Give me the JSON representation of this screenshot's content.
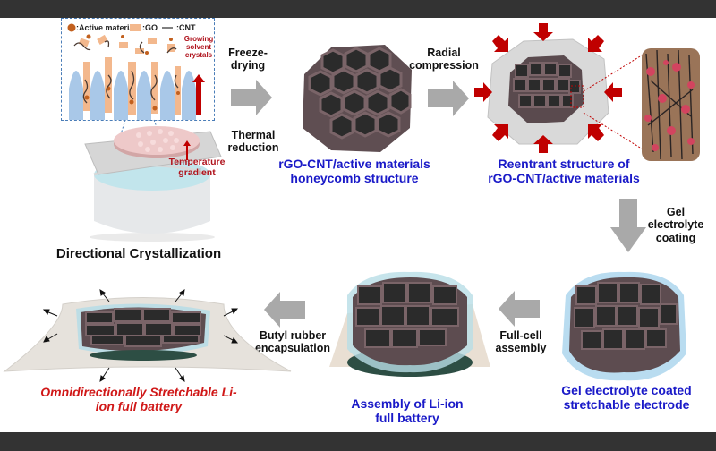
{
  "figure": {
    "legend": {
      "active_material": ":Active material",
      "go": ":GO",
      "cnt": ":CNT"
    },
    "crystal_label": "Growing solvent crystals",
    "temperature_label": "Temperature gradient",
    "step1_caption": "Directional Crystallization",
    "freeze_drying": "Freeze-drying",
    "thermal_reduction": "Thermal reduction",
    "honeycomb_caption": "rGO-CNT/active materials honeycomb structure",
    "radial_compression": "Radial compression",
    "reentrant_caption": "Reentrant structure of rGO-CNT/active materials",
    "gel_coating": "Gel electrolyte coating",
    "gel_caption": "Gel electrolyte coated stretchable electrode",
    "full_cell": "Full-cell assembly",
    "assembly_caption": "Assembly of Li-ion full battery",
    "butyl": "Butyl rubber encapsulation",
    "final_caption": "Omnidirectionally Stretchable Li-ion full battery"
  },
  "colors": {
    "blue_text": "#1a1ac8",
    "red_text": "#d01818",
    "arrow_gray": "#a9a9a9",
    "arrow_red": "#c00000",
    "ice_blue": "#a9c8e8",
    "go_orange": "#f3b88d",
    "active_brown": "#c2601e"
  }
}
